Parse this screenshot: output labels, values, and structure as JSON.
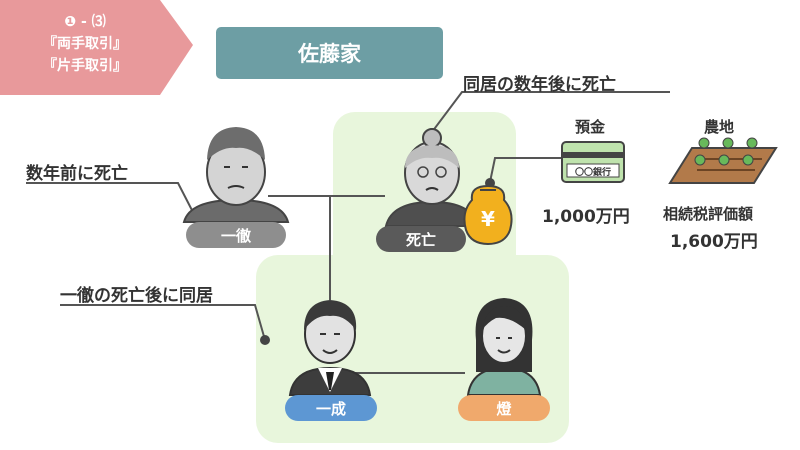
{
  "tag": {
    "line1": "❶ - ⑶",
    "line2": "『両手取引』",
    "line3": "『片手取引』"
  },
  "family_title": "佐藤家",
  "annotations": {
    "grandmother": "同居の数年後に死亡",
    "grandfather": "数年前に死亡",
    "father": "一徹の死亡後に同居"
  },
  "people": {
    "grandfather": {
      "name": "一徹"
    },
    "grandmother": {
      "status": "死亡"
    },
    "father": {
      "name": "一成"
    },
    "mother": {
      "name": "燈"
    }
  },
  "assets": {
    "deposit": {
      "label": "預金",
      "card_text": "〇〇銀行",
      "amount": "1,000万円",
      "bag_symbol": "¥"
    },
    "farmland": {
      "label": "農地",
      "caption": "相続税評価額",
      "amount": "1,600万円"
    }
  },
  "colors": {
    "tag": "#e8999b",
    "title": "#6d9ea4",
    "green_area": "#e8f6dc",
    "name_gray": "#8e8e8e",
    "name_dark": "#5a5a5a",
    "name_blue": "#5d97d3",
    "name_orange": "#f0a96c",
    "money_bag": "#f2b01e"
  }
}
